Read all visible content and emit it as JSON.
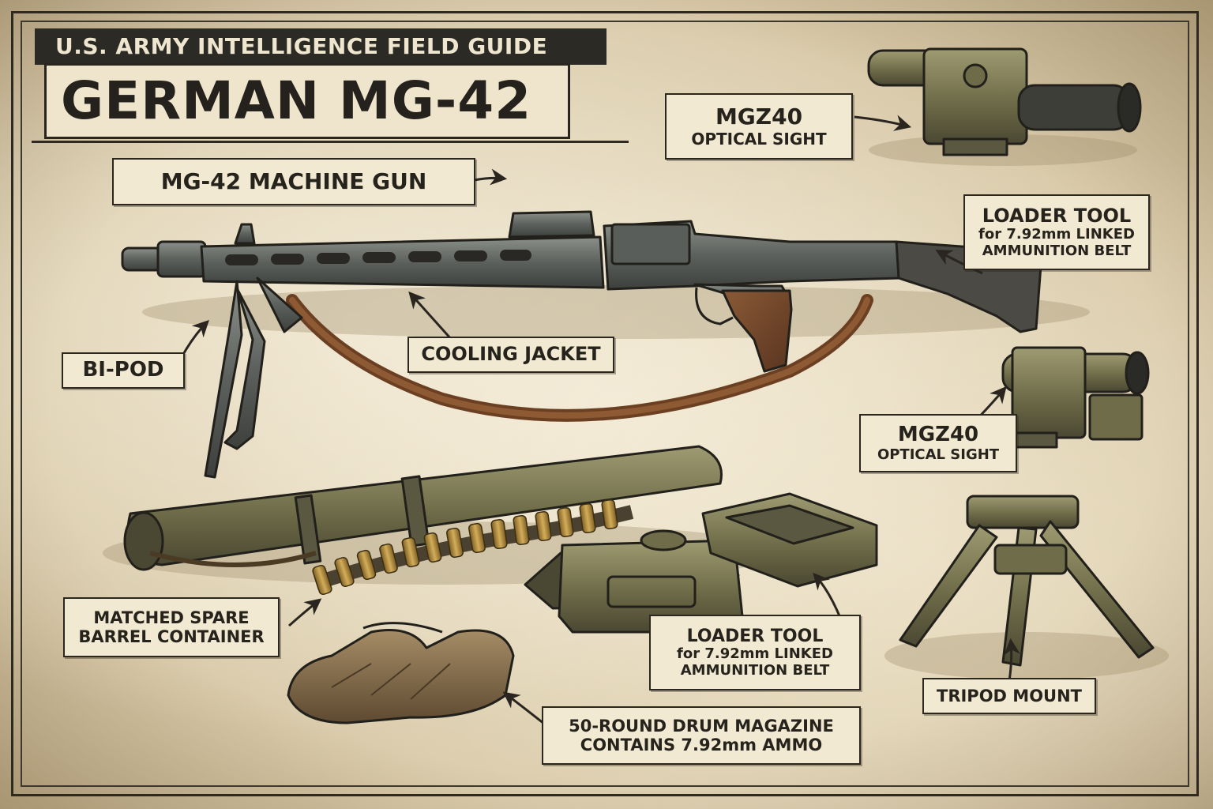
{
  "header": {
    "subtitle": "U.S. ARMY INTELLIGENCE FIELD GUIDE",
    "title": "GERMAN MG-42"
  },
  "labels": {
    "machine_gun": "MG-42 MACHINE GUN",
    "optic_top": {
      "line1": "MGZ40",
      "line2": "OPTICAL SIGHT"
    },
    "loader_top": {
      "line1": "LOADER TOOL",
      "line2": "for 7.92mm LINKED",
      "line3": "AMMUNITION BELT"
    },
    "bipod": "BI-POD",
    "cooling_jacket": "COOLING JACKET",
    "optic_mid": {
      "line1": "MGZ40",
      "line2": "OPTICAL SIGHT"
    },
    "spare_barrel": {
      "line1": "MATCHED SPARE",
      "line2": "BARREL CONTAINER"
    },
    "loader_bottom": {
      "line1": "LOADER TOOL",
      "line2": "for 7.92mm LINKED",
      "line3": "AMMUNITION BELT"
    },
    "tripod": "TRIPOD MOUNT",
    "drum": {
      "line1": "50-ROUND DRUM MAGAZINE",
      "line2": "CONTAINS 7.92mm AMMO"
    }
  },
  "colors": {
    "paper": "#e4d8bd",
    "ink": "#26231d",
    "label_fill": "#f2e9d2",
    "banner": "#2c2a25",
    "gun_metal": "#5b5f5c",
    "olive": "#77744f",
    "leather": "#7a4a2a",
    "brass": "#b8913f",
    "glove": "#8a7150"
  }
}
